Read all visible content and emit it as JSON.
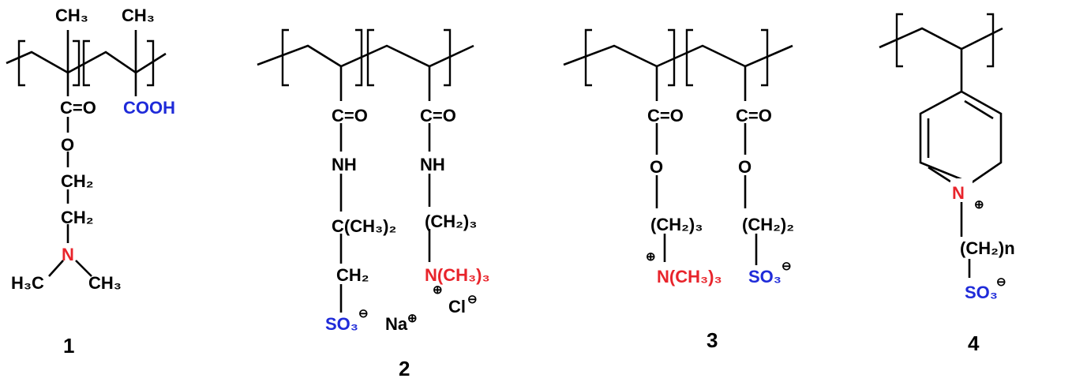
{
  "colors": {
    "nitrogen": "#e8242b",
    "sulfonate_carboxyl": "#1f2bd9",
    "bond": "#000000"
  },
  "structure_1": {
    "number": "1",
    "ch3_left": "CH₃",
    "ch3_right": "CH₃",
    "carbonyl": "C=O",
    "cooh": "COOH",
    "ester_o": "O",
    "ch2_a": "CH₂",
    "ch2_b": "CH₂",
    "amine_n": "N",
    "methyl_left": "H₃C",
    "methyl_right": "CH₃"
  },
  "structure_2": {
    "number": "2",
    "carbonyl_left": "C=O",
    "carbonyl_right": "C=O",
    "nh_left": "NH",
    "nh_right": "NH",
    "quat_carbon": "C(CH₃)₂",
    "ch2": "CH₂",
    "sulfonate": "SO₃",
    "sulfonate_charge": "⊖",
    "sodium": "Na",
    "sodium_charge": "⊕",
    "propyl": "(CH₂)₃",
    "ammonium": "N(CH₃)₃",
    "ammonium_charge": "⊕",
    "chloride": "Cl",
    "chloride_charge": "⊖"
  },
  "structure_3": {
    "number": "3",
    "carbonyl_left": "C=O",
    "carbonyl_right": "C=O",
    "ester_o_left": "O",
    "ester_o_right": "O",
    "propyl": "(CH₂)₃",
    "ethyl": "(CH₂)₂",
    "ammonium": "N(CH₃)₃",
    "ammonium_charge": "⊕",
    "sulfonate": "SO₃",
    "sulfonate_charge": "⊖"
  },
  "structure_4": {
    "number": "4",
    "pyridinium_n": "N",
    "pyridinium_charge": "⊕",
    "alkyl_chain": "(CH₂)n",
    "sulfonate": "SO₃",
    "sulfonate_charge": "⊖"
  }
}
